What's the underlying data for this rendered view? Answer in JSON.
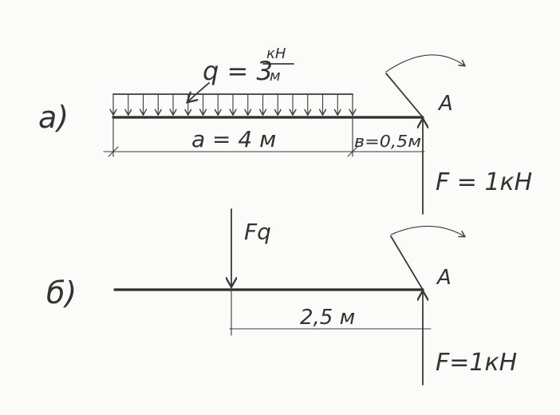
{
  "part_a": {
    "label": "а)",
    "load_q": "q = 3",
    "load_unit_num": "кН",
    "load_unit_den": "м",
    "span_a": "a = 4 м",
    "span_b": "в=0,5м",
    "support": "A",
    "force": "F = 1кН"
  },
  "part_b": {
    "label": "б)",
    "resultant": "Fq",
    "distance": "2,5 м",
    "support": "A",
    "force": "F=1кН"
  }
}
